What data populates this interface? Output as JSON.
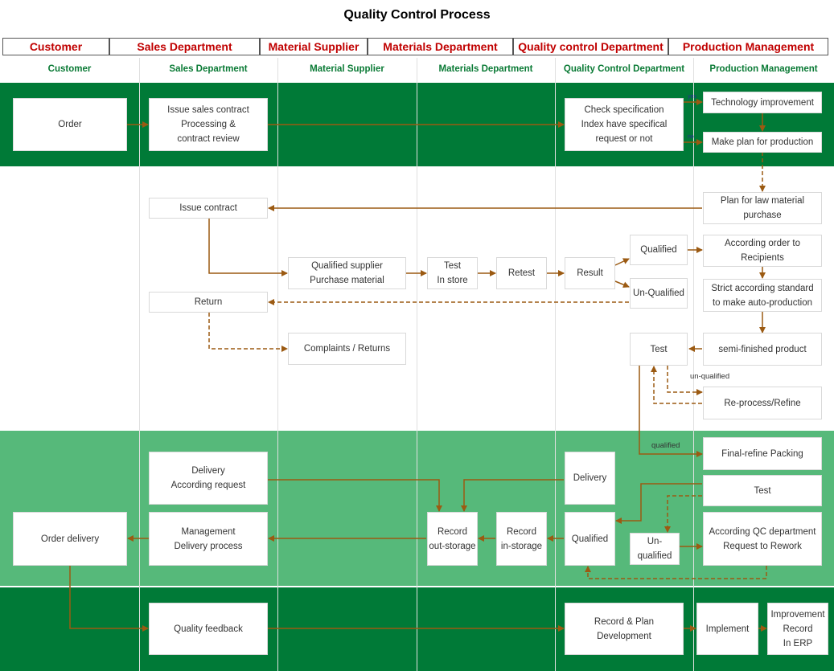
{
  "title": "Quality Control Process",
  "top_headers": [
    "Customer",
    "Sales Department",
    "Material Supplier",
    "Materials Department",
    "Quality control Department",
    "Production Management"
  ],
  "lanes": [
    "Customer",
    "Sales Department",
    "Material Supplier",
    "Materials Department",
    "Quality Control Department",
    "Production Management"
  ],
  "boxes": {
    "order": "Order",
    "issue_sales_contract": "Issue sales contract\nProcessing &\ncontract review",
    "check_spec": "Check specification\nIndex have specifical\nrequest or not",
    "tech_improvement": "Technology improvement",
    "make_plan": "Make plan for production",
    "plan_raw_material": "Plan for law material\npurchase",
    "issue_contract": "Issue contract",
    "qualified_supplier": "Qualified supplier\nPurchase material",
    "test_in_store": "Test\nIn store",
    "retest": "Retest",
    "result": "Result",
    "qualified_1": "Qualified",
    "unqualified_1": "Un-Qualified",
    "according_order": "According order to\nRecipients",
    "strict_standard": "Strict according standard\nto make auto-production",
    "return": "Return",
    "complaints": "Complaints / Returns",
    "test_2": "Test",
    "semi_finished": "semi-finished product",
    "reprocess": "Re-process/Refine",
    "final_refine": "Final-refine Packing",
    "delivery_request": "Delivery\nAccording request",
    "delivery_qc": "Delivery",
    "test_3": "Test",
    "order_delivery": "Order delivery",
    "mgmt_delivery": "Management\nDelivery process",
    "record_out": "Record\nout-storage",
    "record_in": "Record\nin-storage",
    "qualified_2": "Qualified",
    "unqualified_2": "Un-\nqualified",
    "according_qc": "According QC department\nRequest to Rework",
    "quality_feedback": "Quality feedback",
    "record_plan": "Record & Plan\nDevelopment",
    "implement": "Implement",
    "improvement_record": "Improvement\nRecord\nIn ERP"
  },
  "labels": {
    "unqualified": "un-qualified",
    "qualified": "qualified",
    "yes": "yes",
    "no": "no"
  },
  "colors": {
    "dark_green": "#007a37",
    "light_green": "#56b97a",
    "arrow": "#9b5a12",
    "header_red": "#c00000",
    "lane_green": "#0a7a35"
  }
}
